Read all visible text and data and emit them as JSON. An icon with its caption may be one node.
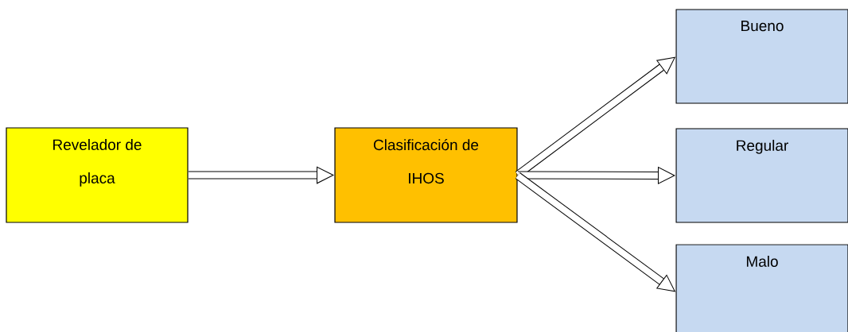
{
  "diagram": {
    "nodes": [
      {
        "text": [
          "Revelador de placa"
        ]
      },
      {
        "text": [
          "Clasificación de IHOS"
        ]
      },
      {
        "text": [
          "Bueno"
        ]
      },
      {
        "text": [
          "Regular"
        ]
      },
      {
        "text": [
          "Malo"
        ]
      }
    ],
    "edges": [
      {
        "from": 0,
        "to": 1,
        "arrow": "to"
      },
      {
        "from": 1,
        "to": 2,
        "arrow": "to"
      },
      {
        "from": 1,
        "to": 3,
        "arrow": "to"
      },
      {
        "from": 1,
        "to": 4,
        "arrow": "to"
      }
    ]
  }
}
